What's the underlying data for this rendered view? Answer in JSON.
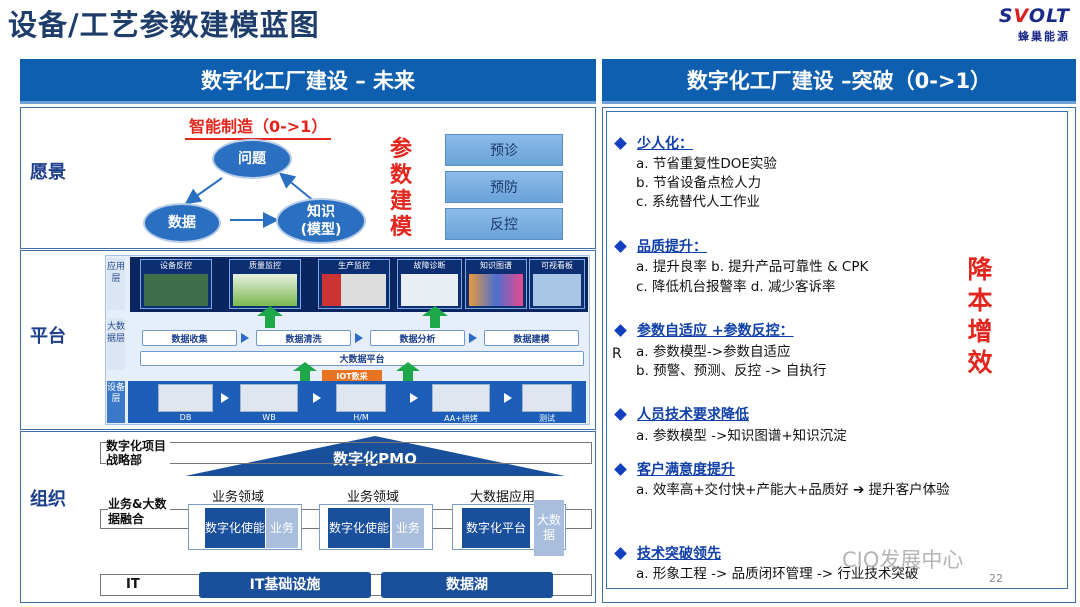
{
  "slide": {
    "title": "设备/工艺参数建模蓝图",
    "page_number": "22",
    "watermark": "CIO发展中心",
    "logo": {
      "text_main": "SVOLT",
      "text_cn": "蜂巢能源"
    }
  },
  "left_panel": {
    "header": "数字化工厂建设 – 未来",
    "vision": {
      "label": "愿景",
      "red_title": "智能制造（0->1）",
      "cycle": [
        "问题",
        "数据",
        "知识\n(模型)"
      ],
      "red_vertical": "参数建模",
      "buttons": [
        "预诊",
        "预防",
        "反控"
      ]
    },
    "platform": {
      "label": "平台",
      "layer_app": "应用层",
      "apps": [
        "设备反控",
        "质量监控",
        "生产监控",
        "故障诊断",
        "知识图谱",
        "可视看板"
      ],
      "layer_bigdata": "大数据层",
      "steps": [
        "数据收集",
        "数据清洗",
        "数据分析",
        "数据建模"
      ],
      "bigdata_platform": "大数据平台",
      "iot_label": "IOT数采",
      "layer_device": "设备层",
      "machines": [
        "DB",
        "WB",
        "H/M",
        "AA+烘烤",
        "测试"
      ]
    },
    "org": {
      "label": "组织",
      "pmo": "数字化PMO",
      "strategy": "数字化项目战略部",
      "biz_label": "业务&大数据融合",
      "groups": [
        {
          "title": "业务领域",
          "dark": "数字化使能",
          "light": "业务"
        },
        {
          "title": "业务领域",
          "dark": "数字化使能",
          "light": "业务"
        },
        {
          "title": "大数据应用",
          "dark": "数字化平台",
          "light": "大数据"
        }
      ],
      "it_label": "IT",
      "it_infra": "IT基础设施",
      "data_lake": "数据湖"
    }
  },
  "right_panel": {
    "header": "数字化工厂建设 –突破（0->1）",
    "stray_char": "R",
    "red_vertical": "降本增效",
    "sections": [
      {
        "title": "少人化：",
        "lines": [
          "a. 节省重复性DOE实验",
          "b.  节省设备点检人力",
          "c.  系统替代人工作业"
        ]
      },
      {
        "title": "品质提升：",
        "lines": [
          "a. 提升良率   b. 提升产品可靠性 & CPK",
          "c. 降低机台报警率   d. 减少客诉率"
        ]
      },
      {
        "title": "参数自适应 +参数反控：",
        "lines": [
          "a. 参数模型->参数自适应",
          "b. 预警、预测、反控 -> 自执行"
        ]
      },
      {
        "title": "人员技术要求降低",
        "lines": [
          "a. 参数模型 ->知识图谱+知识沉淀"
        ]
      },
      {
        "title": "客户满意度提升",
        "lines": [
          "a.  效率高+交付快+产能大+品质好  ➔ 提升客户体验"
        ]
      },
      {
        "title": "技术突破领先",
        "lines": [
          "a. 形象工程  -> 品质闭环管理 -> 行业技术突破"
        ]
      }
    ]
  },
  "colors": {
    "header_blue": "#0e5fb0",
    "title_navy": "#1f3d6b",
    "accent_red": "#e3261d",
    "label_blue": "#1c3e8c"
  }
}
